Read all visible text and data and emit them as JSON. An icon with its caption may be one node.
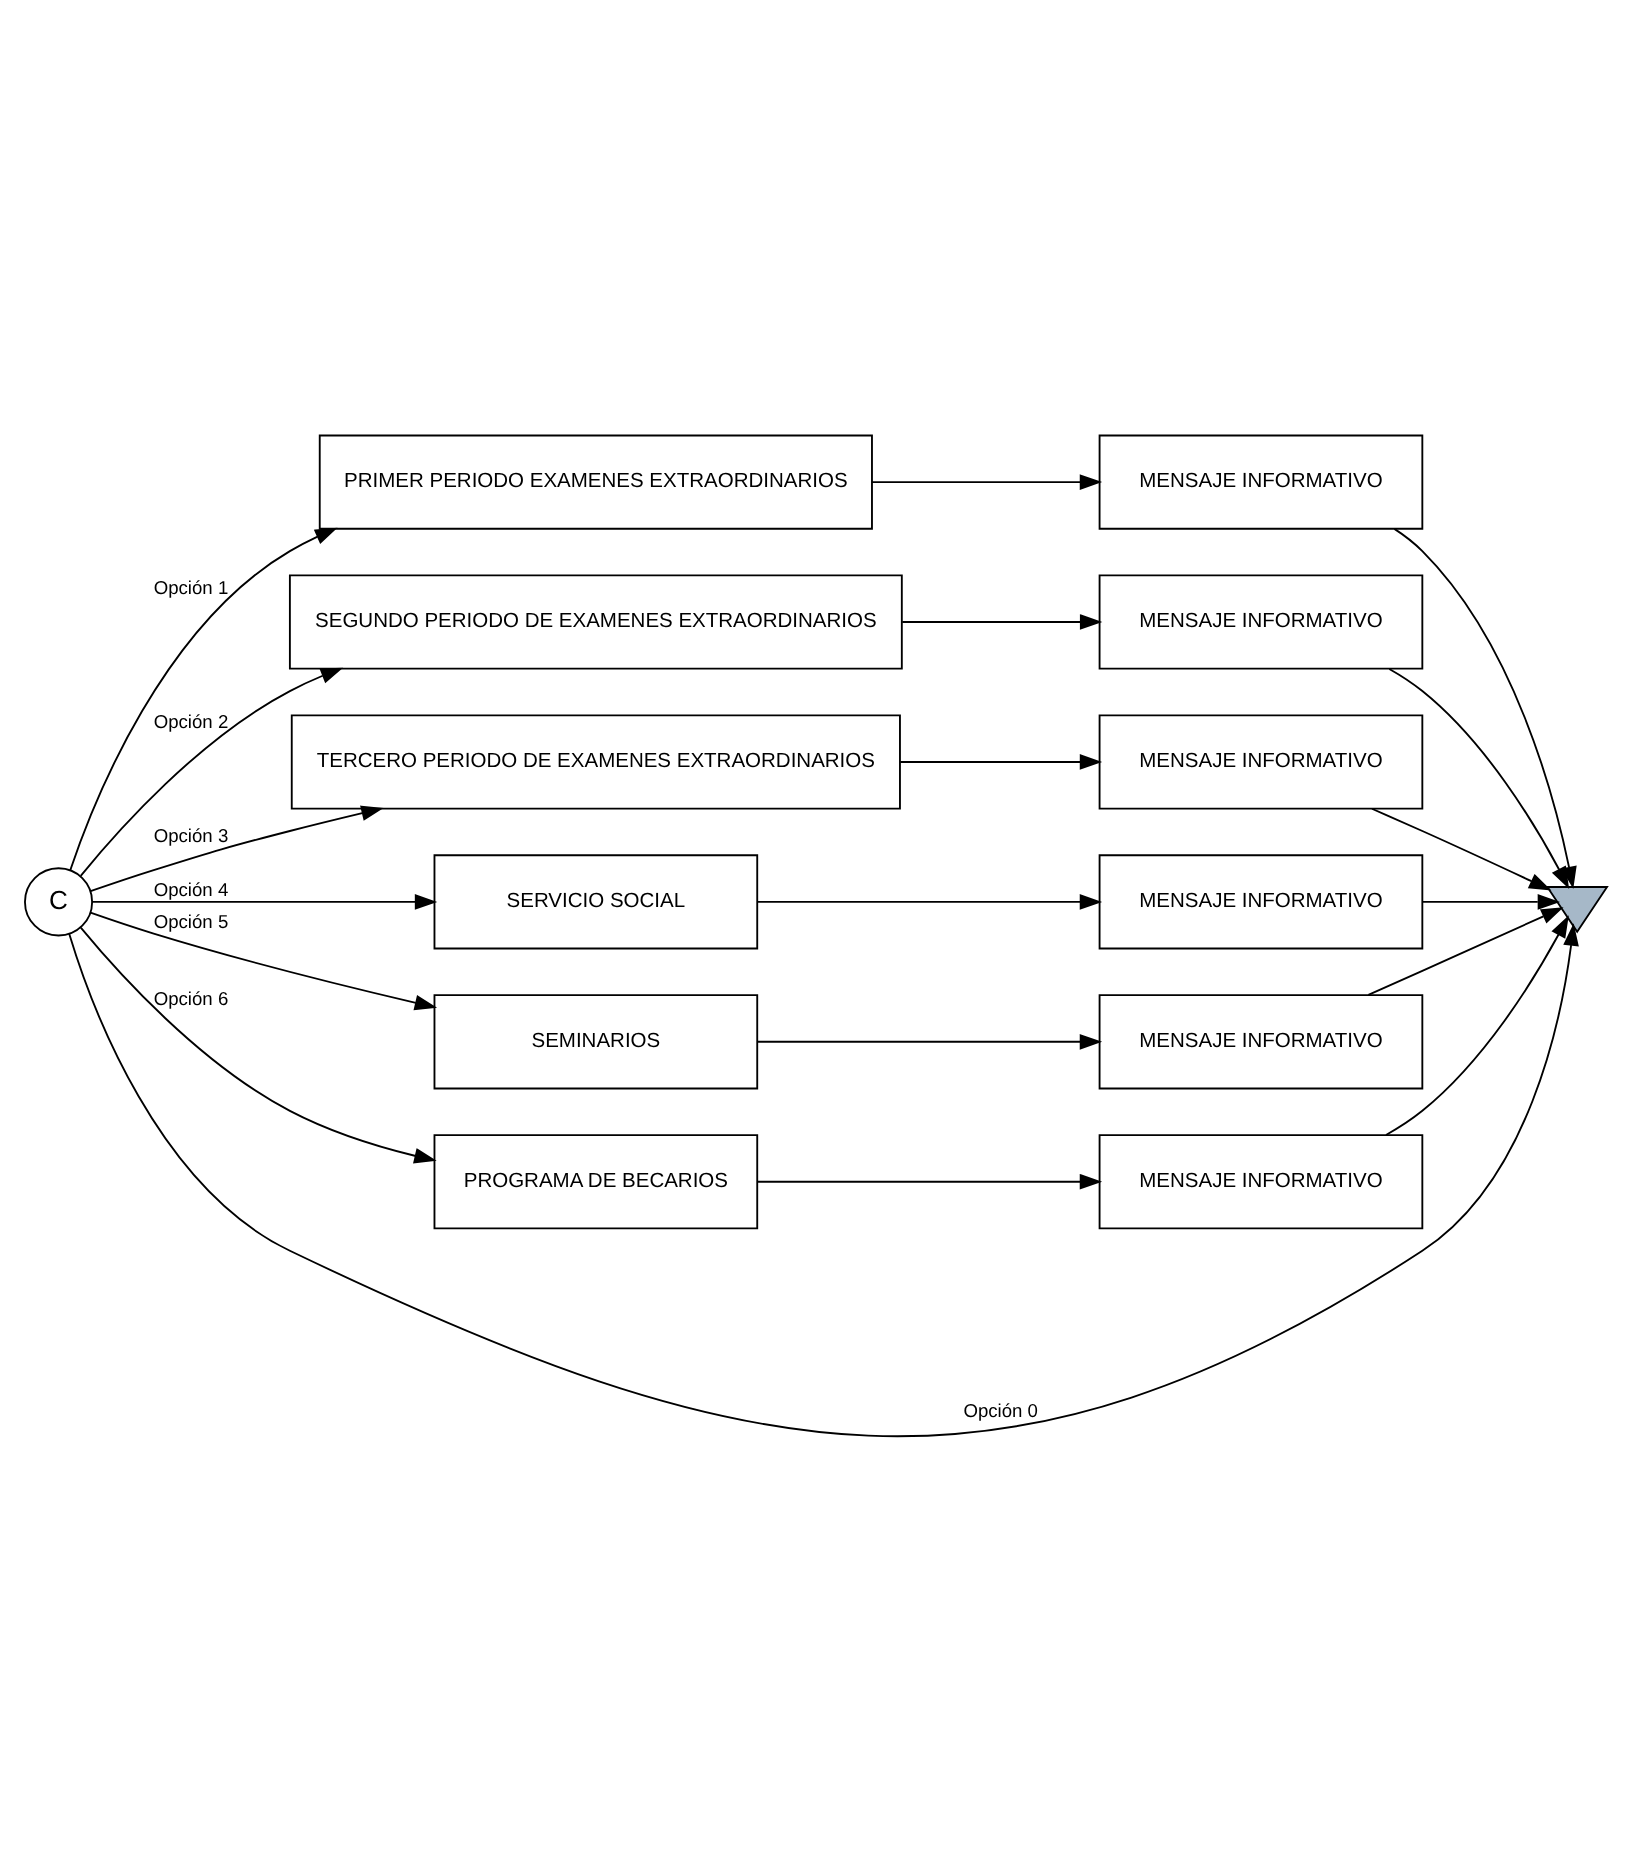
{
  "diagram": {
    "nodes": [
      {
        "text": [
          "C"
        ]
      },
      {
        "text": [
          "PRIMER PERIODO EXAMENES EXTRAORDINARIOS"
        ]
      },
      {
        "text": [
          "MENSAJE INFORMATIVO"
        ]
      },
      {
        "text": [
          "SEGUNDO PERIODO DE EXAMENES EXTRAORDINARIOS"
        ]
      },
      {
        "text": [
          "MENSAJE INFORMATIVO"
        ]
      },
      {
        "text": [
          "TERCERO PERIODO DE EXAMENES EXTRAORDINARIOS"
        ]
      },
      {
        "text": [
          "MENSAJE INFORMATIVO"
        ]
      },
      {
        "text": [
          "SERVICIO SOCIAL"
        ]
      },
      {
        "text": [
          "MENSAJE INFORMATIVO"
        ]
      },
      {
        "text": [
          "SEMINARIOS"
        ]
      },
      {
        "text": [
          "MENSAJE INFORMATIVO"
        ]
      },
      {
        "text": [
          "PROGRAMA DE BECARIOS"
        ]
      },
      {
        "text": [
          "MENSAJE INFORMATIVO"
        ]
      },
      {
        "text": [],
        "shape": "triangle"
      }
    ],
    "edges": [
      {
        "from": 0,
        "to": 1,
        "arrow": "to",
        "label": "Opción 1"
      },
      {
        "from": 1,
        "to": 2,
        "arrow": "to"
      },
      {
        "from": 0,
        "to": 3,
        "arrow": "to",
        "label": "Opción 2"
      },
      {
        "from": 3,
        "to": 4,
        "arrow": "to"
      },
      {
        "from": 0,
        "to": 5,
        "arrow": "to",
        "label": "Opción 3"
      },
      {
        "from": 5,
        "to": 6,
        "arrow": "to"
      },
      {
        "from": 0,
        "to": 7,
        "arrow": "to",
        "label": "Opción 4"
      },
      {
        "from": 7,
        "to": 8,
        "arrow": "to"
      },
      {
        "from": 0,
        "to": 9,
        "arrow": "to",
        "label": "Opción 5"
      },
      {
        "from": 9,
        "to": 10,
        "arrow": "to"
      },
      {
        "from": 0,
        "to": 11,
        "arrow": "to",
        "label": "Opción 6"
      },
      {
        "from": 11,
        "to": 12,
        "arrow": "to"
      },
      {
        "from": 0,
        "to": 13,
        "arrow": "to",
        "label": "Opción 0"
      },
      {
        "from": 2,
        "to": 13,
        "arrow": "to"
      },
      {
        "from": 4,
        "to": 13,
        "arrow": "to"
      },
      {
        "from": 6,
        "to": 13,
        "arrow": "to"
      },
      {
        "from": 8,
        "to": 13,
        "arrow": "to"
      },
      {
        "from": 10,
        "to": 13,
        "arrow": "to"
      },
      {
        "from": 12,
        "to": 13,
        "arrow": "to"
      }
    ]
  }
}
